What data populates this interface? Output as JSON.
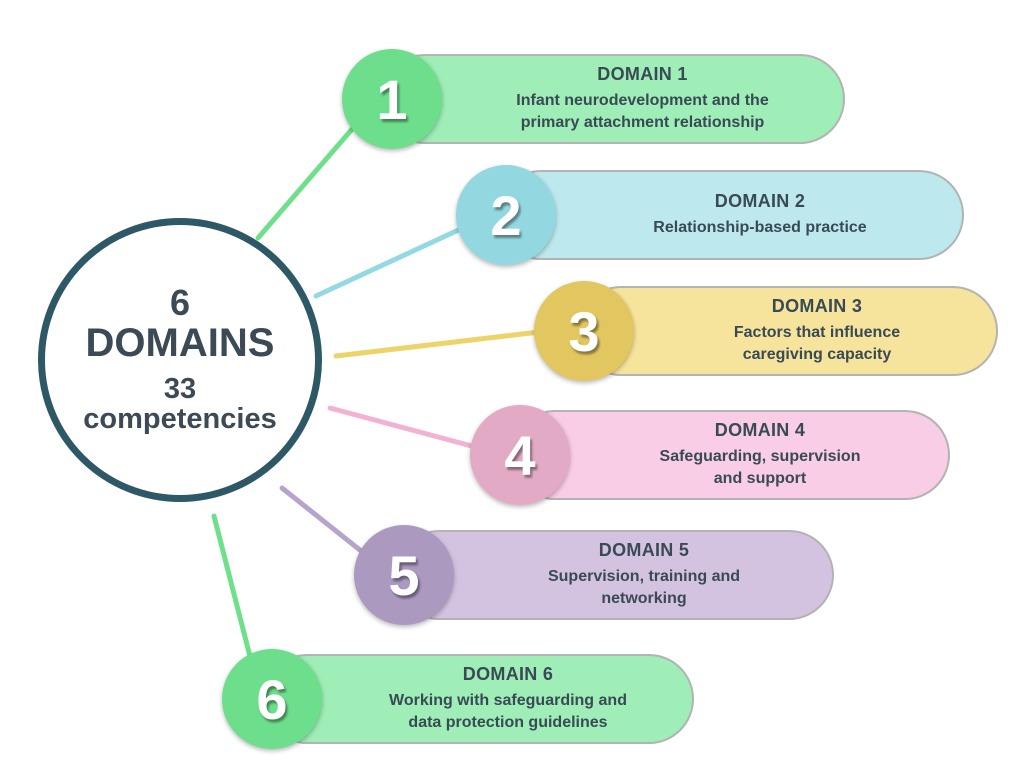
{
  "hub": {
    "number": "6",
    "title": "DOMAINS",
    "count": "33",
    "unit": "competencies",
    "border_color": "#2e5866"
  },
  "domains": [
    {
      "number": "1",
      "title": "DOMAIN 1",
      "lines": [
        "Infant neurodevelopment and the",
        "primary attachment relationship"
      ],
      "color": "#9fedb7",
      "badge_color": "#6ddf8c",
      "line_color": "#6ee08a"
    },
    {
      "number": "2",
      "title": "DOMAIN 2",
      "lines": [
        "Relationship-based practice"
      ],
      "color": "#bde9ee",
      "badge_color": "#93d8e0",
      "line_color": "#93d9e2"
    },
    {
      "number": "3",
      "title": "DOMAIN 3",
      "lines": [
        "Factors that influence",
        "caregiving capacity"
      ],
      "color": "#f7e49c",
      "badge_color": "#e2c660",
      "line_color": "#edd46a"
    },
    {
      "number": "4",
      "title": "DOMAIN 4",
      "lines": [
        "Safeguarding, supervision",
        "and support"
      ],
      "color": "#f9cde5",
      "badge_color": "#e3aac6",
      "line_color": "#f2b2d3"
    },
    {
      "number": "5",
      "title": "DOMAIN 5",
      "lines": [
        "Supervision, training and",
        "networking"
      ],
      "color": "#d3c3e0",
      "badge_color": "#ab99c0",
      "line_color": "#b6a4cc"
    },
    {
      "number": "6",
      "title": "DOMAIN 6",
      "lines": [
        "Working with safeguarding and",
        "data protection guidelines"
      ],
      "color": "#9fedb7",
      "badge_color": "#6ddf8c",
      "line_color": "#6ee08a"
    }
  ]
}
